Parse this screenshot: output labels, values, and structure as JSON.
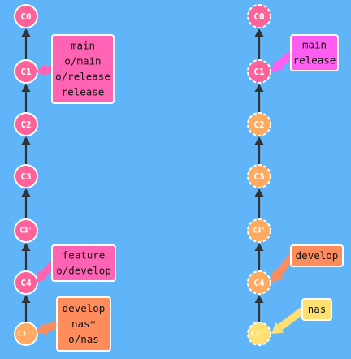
{
  "colors": {
    "background": "#60b5f8",
    "commit_pink": "#ff6298",
    "commit_orange": "#ffaa60",
    "commit_yellow": "#ffe070",
    "label_pink": "#ff64b4",
    "label_magenta": "#ff5ef0",
    "label_coral": "#ff8c5c",
    "label_yellow": "#ffe070",
    "edge": "#333333",
    "border": "#ffffff"
  },
  "left_graph": {
    "commits": [
      {
        "id": "C0",
        "color": "commit_pink",
        "dashed": false
      },
      {
        "id": "C1",
        "color": "commit_pink",
        "dashed": false
      },
      {
        "id": "C2",
        "color": "commit_pink",
        "dashed": false
      },
      {
        "id": "C3",
        "color": "commit_pink",
        "dashed": false
      },
      {
        "id": "C3'",
        "color": "commit_pink",
        "dashed": false
      },
      {
        "id": "C4",
        "color": "commit_pink",
        "dashed": false
      },
      {
        "id": "C3''",
        "color": "commit_orange",
        "dashed": false
      }
    ],
    "labels": [
      {
        "commit": "C1",
        "lines": [
          "main",
          "o/main",
          "o/release",
          "release"
        ],
        "color": "label_pink"
      },
      {
        "commit": "C4",
        "lines": [
          "feature",
          "o/develop"
        ],
        "color": "label_pink"
      },
      {
        "commit": "C3''",
        "lines": [
          "develop",
          "nas*",
          "o/nas"
        ],
        "color": "label_coral"
      }
    ]
  },
  "right_graph": {
    "commits": [
      {
        "id": "C0",
        "color": "commit_pink",
        "dashed": true
      },
      {
        "id": "C1",
        "color": "commit_pink",
        "dashed": true
      },
      {
        "id": "C2",
        "color": "commit_orange",
        "dashed": true
      },
      {
        "id": "C3",
        "color": "commit_orange",
        "dashed": true
      },
      {
        "id": "C3'",
        "color": "commit_orange",
        "dashed": true
      },
      {
        "id": "C4",
        "color": "commit_orange",
        "dashed": true
      },
      {
        "id": "C3''",
        "color": "commit_yellow",
        "dashed": true
      }
    ],
    "labels": [
      {
        "commit": "C1",
        "lines": [
          "main",
          "release"
        ],
        "color": "label_magenta"
      },
      {
        "commit": "C4",
        "lines": [
          "develop"
        ],
        "color": "label_coral"
      },
      {
        "commit": "C3''",
        "lines": [
          "nas"
        ],
        "color": "label_yellow"
      }
    ]
  }
}
